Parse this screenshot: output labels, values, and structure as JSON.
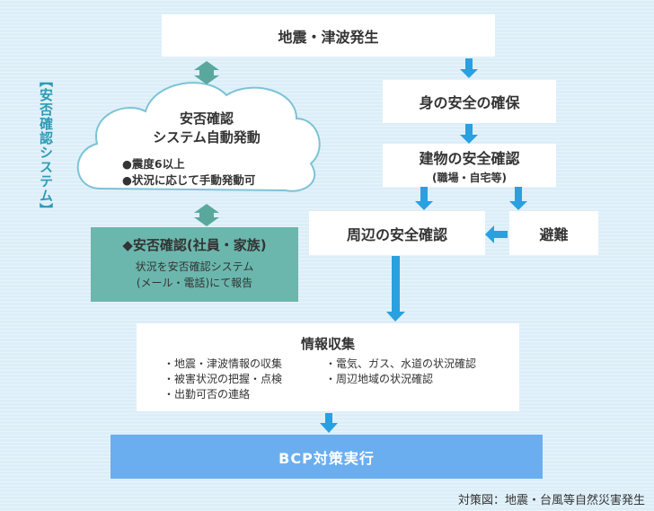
{
  "side_label": "【安否確認システム】",
  "cloud": {
    "title_line1": "安否確認",
    "title_line2": "システム自動発動",
    "bullet1": "●震度6以上",
    "bullet2": "●状況に応じて手動発動可"
  },
  "contact_box": {
    "title": "◆安否確認(社員・家族)",
    "desc_line1": "状況を安否確認システム",
    "desc_line2": "(メール・電話)にて報告"
  },
  "flow": {
    "earthquake": "地震・津波発生",
    "self_safety": "身の安全の確保",
    "building_line1": "建物の安全確認",
    "building_line2": "(職場・自宅等)",
    "surroundings": "周辺の安全確認",
    "evacuation": "避難"
  },
  "info": {
    "title": "情報収集",
    "left_items": [
      "・地震・津波情報の収集",
      "・被害状況の把握・点検",
      "・出勤可否の連絡"
    ],
    "right_items": [
      "・電気、ガス、水道の状況確認",
      "・周辺地域の状況確認"
    ]
  },
  "bcp": "BCP対策実行",
  "caption": "対策図：地震・台風等自然災害発生",
  "colors": {
    "background": "#dceef8",
    "arrow_blue": "#29a0e0",
    "teal_arrow": "#5aa89c",
    "teal_box": "#6bb7ad",
    "bcp_box": "#6aaef0",
    "cloud_stroke": "#7cc3d6",
    "label_text": "#2f9ab5"
  }
}
